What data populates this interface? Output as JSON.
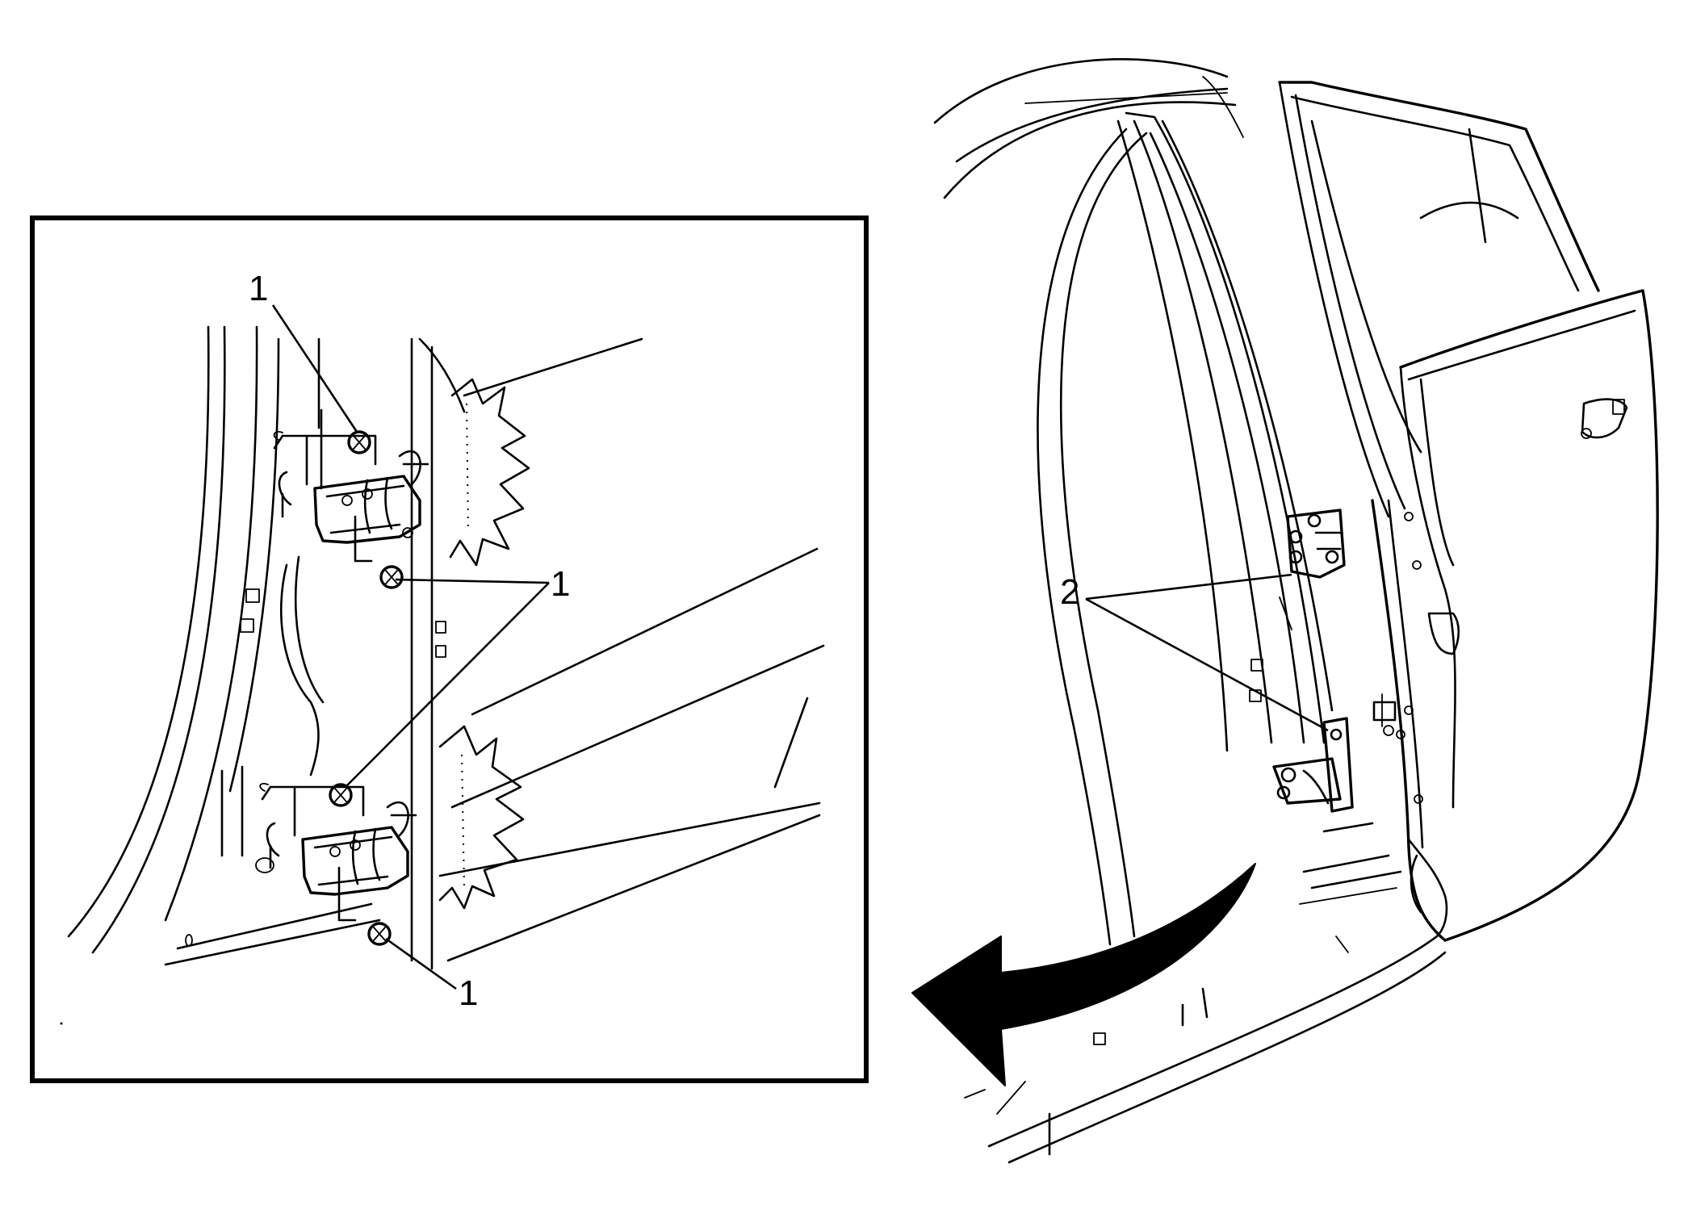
{
  "callouts": {
    "a": "1",
    "b": "1",
    "c": "1",
    "d": "2"
  }
}
